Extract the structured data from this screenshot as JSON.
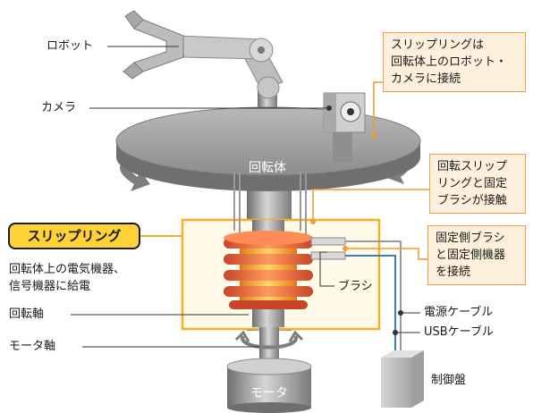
{
  "labels": {
    "robot": "ロボット",
    "camera": "カメラ",
    "rotor": "回転体",
    "rotation_shaft": "回転軸",
    "motor_shaft": "モータ軸",
    "motor": "モータ",
    "brush": "ブラシ",
    "power_cable": "電源ケーブル",
    "usb_cable": "USBケーブル",
    "control_panel": "制御盤"
  },
  "slip_ring": {
    "title": "スリップリング",
    "description": [
      "回転体上の電気機器、",
      "信号機器に給電"
    ]
  },
  "notes": {
    "note1": [
      "スリップリングは",
      "回転体上のロボット・",
      "カメラに接続"
    ],
    "note2": [
      "回転スリップ",
      "リングと固定",
      "ブラシが接触"
    ],
    "note3": [
      "固定側ブラシ",
      "と固定側機器",
      "を接続"
    ]
  },
  "colors": {
    "accent_orange": "#f29a2e",
    "note_fill": "#fdf0dc",
    "badge_yellow": "#ffd23a",
    "ring_orange": "#e8603a",
    "cable_blue": "#3a7fc4",
    "machine_gray": "#8a8a8a"
  },
  "icons": {
    "rotation_arrows": "curved-double-arrow-icon"
  }
}
